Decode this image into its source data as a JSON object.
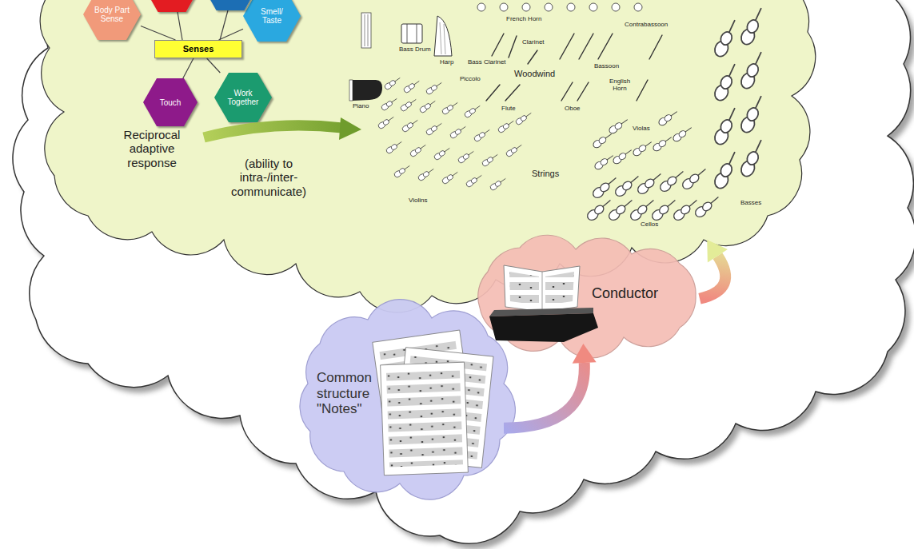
{
  "diagram": {
    "nodes": [
      {
        "text": [
          "Reciprocal adaptive response",
          "(ability to intra-/inter-communicate)"
        ]
      },
      {
        "text": [
          "Body Part Sense"
        ],
        "in": 0
      },
      {
        "text": [
          "Smell/ Taste"
        ],
        "in": 0
      },
      {
        "text": [
          "Senses"
        ],
        "in": 0
      },
      {
        "text": [
          "Touch"
        ],
        "in": 0
      },
      {
        "text": [
          "Work Together"
        ],
        "in": 0
      },
      {
        "text": [
          "Conductor"
        ]
      },
      {
        "text": [
          "Common structure \"Notes\""
        ]
      }
    ],
    "edges": [
      {
        "from": 3,
        "to": 1,
        "arrow": "none"
      },
      {
        "from": 3,
        "to": 2,
        "arrow": "none"
      },
      {
        "from": 3,
        "to": 4,
        "arrow": "none"
      },
      {
        "from": 3,
        "to": 5,
        "arrow": "none"
      },
      {
        "from": 7,
        "to": 6,
        "arrow": "to"
      },
      {
        "from": 6,
        "to": 0,
        "arrow": "to"
      }
    ],
    "labels": [
      "French Horn",
      "Clarinet",
      "Contrabassoon",
      "Bass Drum",
      "Harp",
      "Bass Clarinet",
      "Bassoon",
      "Woodwind",
      "Piccolo",
      "English Horn",
      "Piano",
      "Flute",
      "Oboe",
      "Violas",
      "Strings",
      "Violins",
      "Cellos",
      "Basses"
    ]
  }
}
